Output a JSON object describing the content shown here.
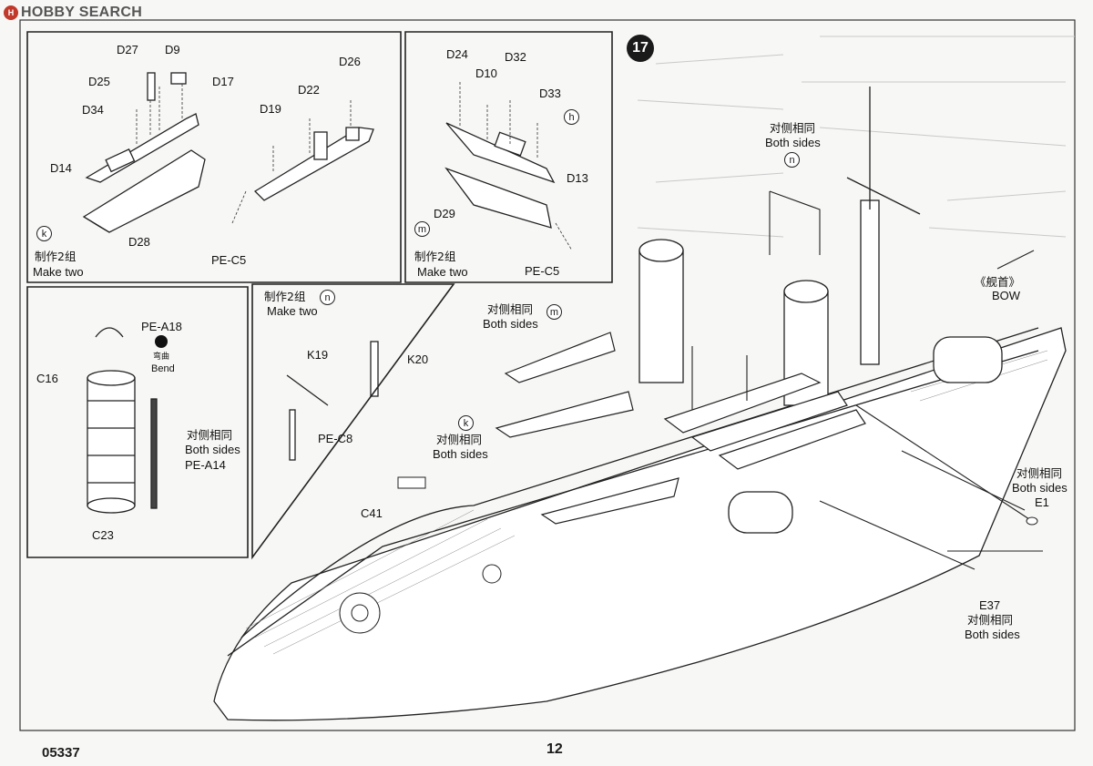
{
  "header": {
    "logo_mark": "H",
    "site_name": "HOBBY SEARCH"
  },
  "footer": {
    "product_code": "05337",
    "page_number": "12"
  },
  "step": {
    "number": "17"
  },
  "panel_k": {
    "parts": [
      "D27",
      "D9",
      "D25",
      "D17",
      "D34",
      "D14",
      "D28",
      "D26",
      "D22",
      "D19",
      "PE-C5"
    ],
    "marker": "k",
    "note_cn": "制作2组",
    "note_en": "Make two"
  },
  "panel_m": {
    "parts": [
      "D24",
      "D10",
      "D32",
      "D33",
      "D13",
      "D29",
      "PE-C5"
    ],
    "marker_h": "h",
    "marker": "m",
    "note_cn": "制作2组",
    "note_en": "Make two"
  },
  "panel_funnel": {
    "parts": [
      "PE-A18",
      "C16",
      "PE-A14",
      "C23"
    ],
    "bend_cn": "弯曲",
    "bend_en": "Bend",
    "both_cn": "对侧相同",
    "both_en": "Both sides"
  },
  "panel_n": {
    "note_cn": "制作2组",
    "note_en": "Make two",
    "marker": "n",
    "parts": [
      "K19",
      "K20",
      "PE-C8"
    ]
  },
  "main": {
    "n_cn": "对侧相同",
    "n_en": "Both sides",
    "n_marker": "n",
    "m_cn": "对侧相同",
    "m_en": "Both sides",
    "m_marker": "m",
    "k_cn": "对侧相同",
    "k_en": "Both sides",
    "k_marker": "k",
    "bow_cn": "《舰首》",
    "bow_en": "BOW",
    "c41": "C41",
    "e1_cn": "对侧相同",
    "e1_en": "Both sides",
    "e1": "E1",
    "e37": "E37",
    "e37_cn": "对侧相同",
    "e37_en": "Both sides"
  }
}
